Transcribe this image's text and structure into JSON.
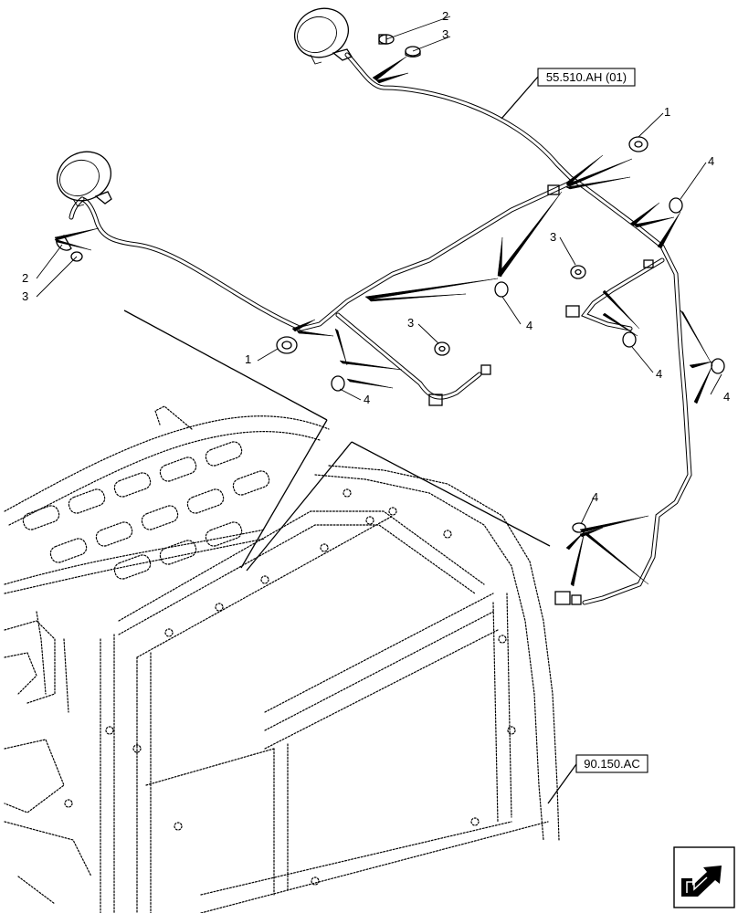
{
  "callouts": {
    "c1a": "2",
    "c1b": "3",
    "c2a": "2",
    "c2b": "3",
    "c3": "1",
    "c4": "4",
    "c5": "3",
    "c6": "4",
    "c7": "1",
    "c8": "3",
    "c9": "4",
    "c10": "4",
    "c11": "4",
    "c12": "4"
  },
  "references": {
    "harness_ref": "55.510.AH (01)",
    "cab_ref": "90.150.AC"
  },
  "icons": {
    "nav": "next-page-arrow-icon"
  }
}
